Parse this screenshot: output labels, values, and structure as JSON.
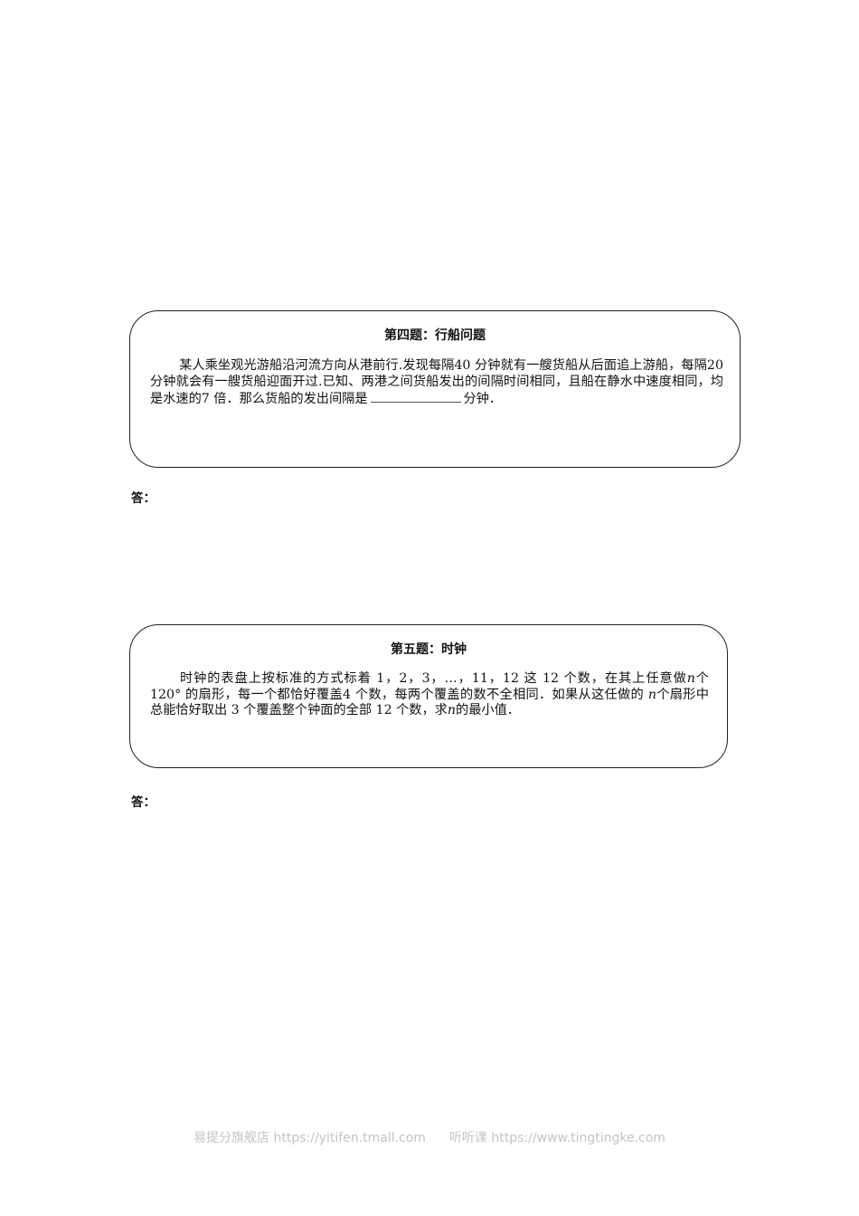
{
  "questions": [
    {
      "title": "第四题：行船问题",
      "body_part1": "某人乘坐观光游船沿河流方向从港前行.发现每隔40 分钟就有一艘货船从后面追上游船，每隔20 分钟就会有一艘货船迎面开过.已知、两港之间货船发出的间隔时间相同，且船在静水中速度相同，均是水速的7 倍．那么货船的发出间隔是",
      "blank": "",
      "body_part2": "分钟．",
      "answer_label": "答："
    },
    {
      "title": "第五题：时钟",
      "body_seg1": "时钟的表盘上按标准的方式标着 1，2，3，…，11，12 这 12 个数，在其上任意做",
      "var_n": "n",
      "body_seg2": "个 120°  的扇形，每一个都恰好覆盖4 个数，每两个覆盖的数不全相同．如果从这任做的 ",
      "body_seg3": "个扇形中总能恰好取出 3 个覆盖整个钟面的全部 12 个数，求",
      "body_seg4": "的最小值．",
      "answer_label": "答："
    }
  ],
  "footer": {
    "shop_name": "易提分旗舰店",
    "shop_url": "https://yitifen.tmall.com",
    "course_name": "听听课",
    "course_url": "https://www.tingtingke.com"
  }
}
